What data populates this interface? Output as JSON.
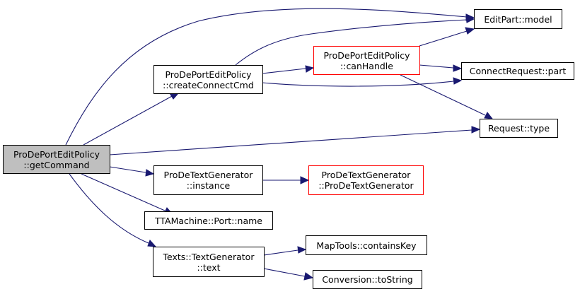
{
  "colors": {
    "edge": "#191970",
    "node_border": "#000000",
    "external_node_border": "#ff0000",
    "current_node_fill": "#bfbfbf"
  },
  "nodes": {
    "get_command": {
      "line1": "ProDePortEditPolicy",
      "line2": "::getCommand"
    },
    "create_connect_cmd": {
      "line1": "ProDePortEditPolicy",
      "line2": "::createConnectCmd"
    },
    "can_handle": {
      "line1": "ProDePortEditPolicy",
      "line2": "::canHandle"
    },
    "editpart_model": {
      "line1": "EditPart::model"
    },
    "connect_request_part": {
      "line1": "ConnectRequest::part"
    },
    "request_type": {
      "line1": "Request::type"
    },
    "text_generator_instance": {
      "line1": "ProDeTextGenerator",
      "line2": "::instance"
    },
    "text_generator_ctor": {
      "line1": "ProDeTextGenerator",
      "line2": "::ProDeTextGenerator"
    },
    "port_name": {
      "line1": "TTAMachine::Port::name"
    },
    "texts_text": {
      "line1": "Texts::TextGenerator",
      "line2": "::text"
    },
    "contains_key": {
      "line1": "MapTools::containsKey"
    },
    "to_string": {
      "line1": "Conversion::toString"
    }
  }
}
